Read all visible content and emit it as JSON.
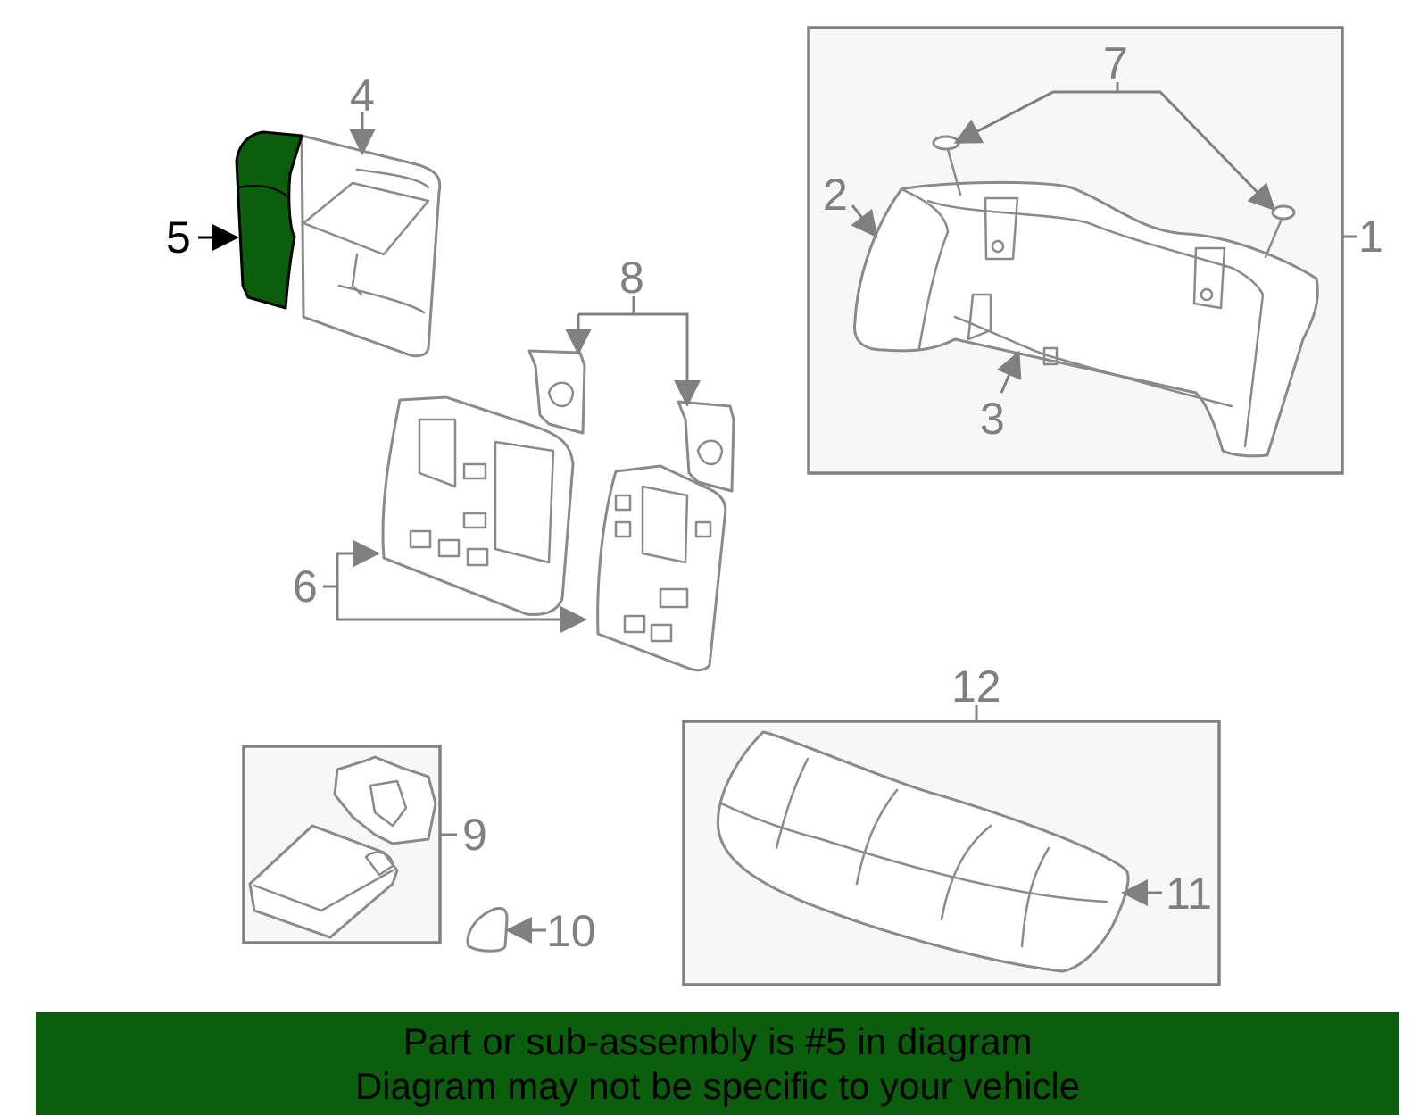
{
  "callouts": {
    "c1": "1",
    "c2": "2",
    "c3": "3",
    "c4": "4",
    "c5": "5",
    "c6": "6",
    "c7": "7",
    "c8": "8",
    "c9": "9",
    "c10": "10",
    "c11": "11",
    "c12": "12"
  },
  "highlight": {
    "part": "5",
    "color": "#0b5e0b"
  },
  "banner": {
    "line1": "Part or sub-assembly is #5 in diagram",
    "line2": "Diagram may not be specific to your vehicle",
    "color": "#0b5e0b"
  }
}
